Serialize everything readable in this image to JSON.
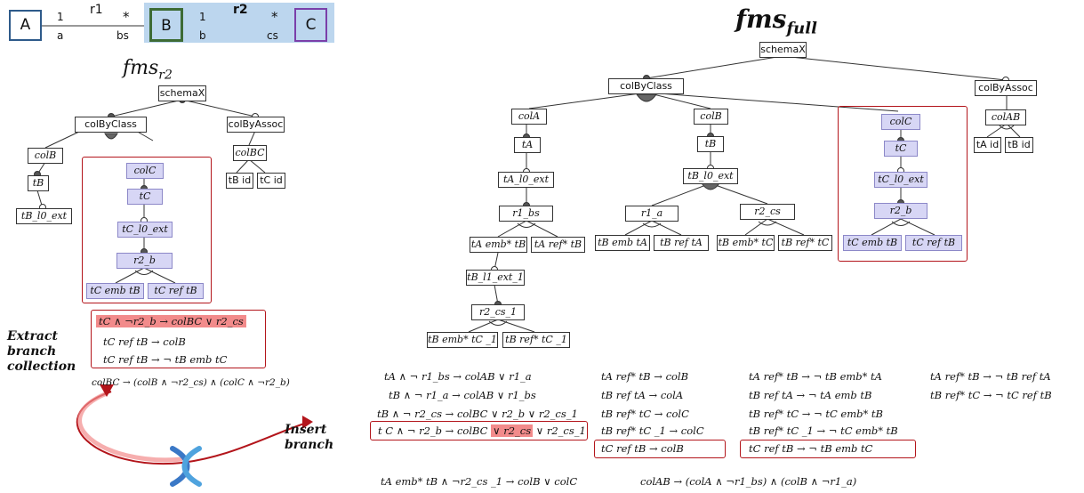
{
  "uml": {
    "class_a": "A",
    "class_b": "B",
    "class_c": "C",
    "r1_name": "r1",
    "r1_mult_left": "1",
    "r1_mult_right": "*",
    "r1_role_left": "a",
    "r1_role_right": "bs",
    "r2_name": "r2",
    "r2_mult_left": "1",
    "r2_mult_right": "*",
    "r2_role_left": "b",
    "r2_role_right": "cs"
  },
  "left": {
    "title": "fms",
    "title_sub": "r2",
    "nodes": {
      "schema": "schemaX",
      "colByClass": "colByClass",
      "colByAssoc": "colByAssoc",
      "colB": "colB",
      "tB": "tB",
      "tB_ext": "tB_l0_ext",
      "colBC": "colBC",
      "tB_id": "tB id",
      "tC_id": "tC id",
      "colC": "colC",
      "tC": "tC",
      "tC_ext": "tC_l0_ext",
      "r2_b": "r2_b",
      "tC_emb_tB": "tC emb tB",
      "tC_ref_tB": "tC ref tB"
    },
    "constraints": [
      "tC ∧ ¬r2_b → colBC ∨ r2_cs",
      "tC  ref  tB  →  colB",
      "tC  ref  tB  →  ¬ tB  emb  tC"
    ],
    "formula": "colBC → (colB ∧ ¬r2_cs) ∧ (colC ∧ ¬r2_b)",
    "extract_label": "Extract branch collection",
    "insert_label": "Insert branch"
  },
  "right": {
    "title": "fms",
    "title_sub": "full",
    "nodes": {
      "schema": "schemaX",
      "colByClass": "colByClass",
      "colByAssoc": "colByAssoc",
      "colA": "colA",
      "colB": "colB",
      "colC": "colC",
      "colAB": "colAB",
      "tA": "tA",
      "tB": "tB",
      "tC": "tC",
      "tA_id": "tA id",
      "tB_id": "tB id",
      "tA_ext": "tA_l0_ext",
      "tB_ext": "tB_l0_ext",
      "tC_ext": "tC_l0_ext",
      "r1_bs": "r1_bs",
      "r1_a": "r1_a",
      "r2_cs": "r2_cs",
      "r2_b": "r2_b",
      "tA_emb_tB": "tA emb* tB",
      "tA_ref_tB": "tA  ref* tB",
      "tB_emb_tA": "tB emb tA",
      "tB_ref_tA": "tB ref tA",
      "tB_emb_tC": "tB emb* tC",
      "tB_ref_tC": "tB ref* tC",
      "tC_emb_tB": "tC  emb  tB",
      "tC_ref_tB": "tC  ref  tB",
      "tB_ext_1": "tB_l1_ext_1",
      "r2_cs_1": "r2_cs_1",
      "tB_emb_tC1": "tB emb* tC _1",
      "tB_ref_tC1": "tB  ref* tC _1"
    },
    "formulas_col1": [
      "tA ∧ ¬ r1_bs → colAB  ∨ r1_a",
      "tB ∧ ¬ r1_a → colAB ∨ r1_bs",
      "tB ∧ ¬ r2_cs → colBC ∨ r2_b ∨ r2_cs_1",
      "t C ∧ ¬ r2_b → colBC ",
      "∨ r2_cs",
      " ∨ r2_cs_1"
    ],
    "formulas_col2": [
      "tA  ref* tB     →   colB",
      "tB  ref   tA     →   colA",
      "tB  ref* tC     →   colC",
      "tB  ref* tC _1  →   colC",
      "tC  ref   tB     →   colB"
    ],
    "formulas_col3": [
      "tA  ref* tB      →  ¬ tB emb* tA",
      "tB  ref   tA      →  ¬ tA  emb  tB",
      "tB  ref* tC      →  ¬ tC emb* tB",
      "tB  ref* tC _1  →  ¬ tC emb* tB",
      "tC  ref   tB      →  ¬ tB  emb  tC"
    ],
    "formulas_col4": [
      "tA  ref* tB  →  ¬ tB  ref  tA",
      "tB  ref* tC  →  ¬ tC  ref  tB"
    ],
    "bottom_formula_1": "tA  emb* tB  ∧ ¬r2_cs _1 → colB  ∨ colC",
    "bottom_formula_2": "colAB → (colA ∧ ¬r1_bs) ∧ (colB ∧ ¬r1_a)"
  },
  "colors": {
    "highlight": "#d7d6f5",
    "red": "#b3151b",
    "red_fill": "#f28b8b",
    "uml_band": "#bcd6ee",
    "uml_b": "#3d6b35",
    "uml_c": "#7a3fa9",
    "uml_a": "#2e5a8a"
  }
}
